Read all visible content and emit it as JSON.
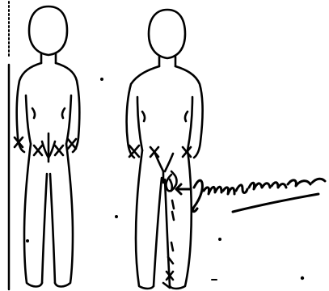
{
  "colors": {
    "background": "#ffffff",
    "ink": "#000000"
  },
  "figures": [
    {
      "name": "figure-back-view",
      "description_icon": "body-outline-back"
    },
    {
      "name": "figure-front-view",
      "description_icon": "body-outline-front"
    }
  ],
  "signature": {
    "present": true
  }
}
